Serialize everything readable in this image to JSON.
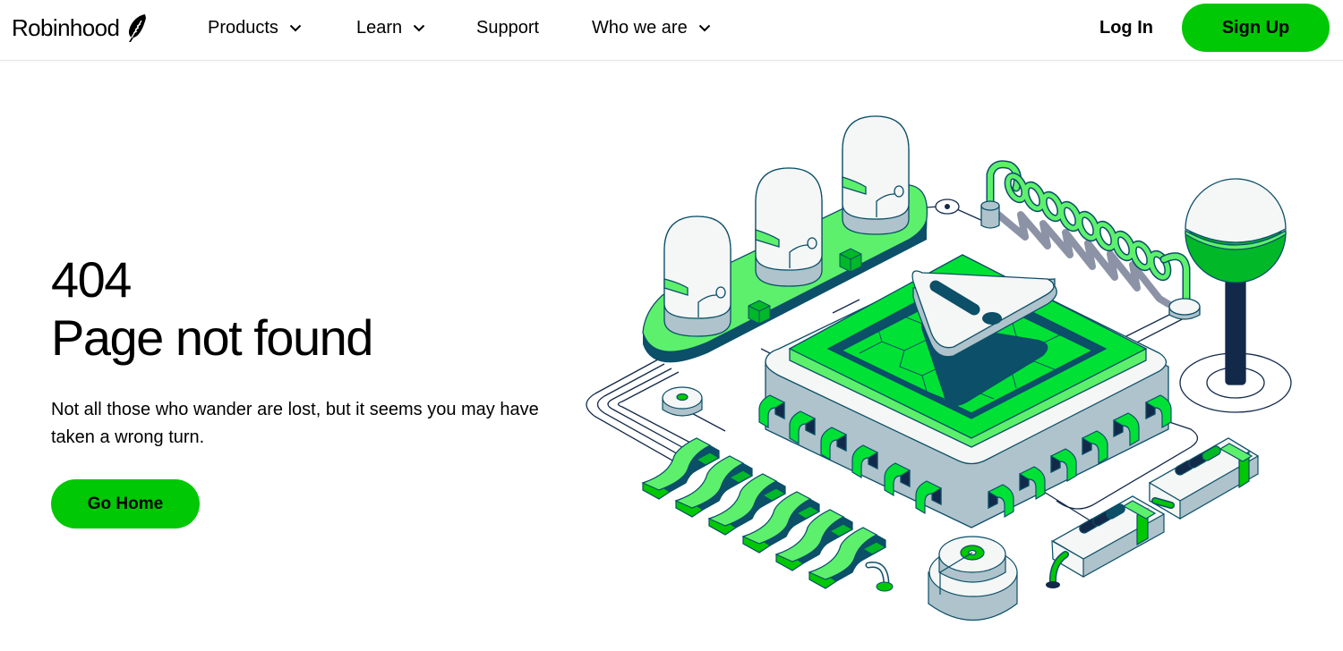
{
  "nav": {
    "brand": "Robinhood",
    "brand_icon": "feather-icon",
    "items": [
      {
        "label": "Products",
        "has_dropdown": true
      },
      {
        "label": "Learn",
        "has_dropdown": true
      },
      {
        "label": "Support",
        "has_dropdown": false
      },
      {
        "label": "Who we are",
        "has_dropdown": true
      }
    ],
    "login_label": "Log In",
    "signup_label": "Sign Up"
  },
  "hero": {
    "code": "404",
    "title": "Page not found",
    "description": "Not all those who wander are lost, but it seems you may have taken a wrong turn.",
    "button_label": "Go Home"
  },
  "illustration": {
    "subject": "isometric circuit board with warning-sign chip, vacuum tubes, spring coil and joystick",
    "icon": "warning-icon"
  },
  "colors": {
    "brand_green": "#00c805",
    "bright_green": "#00e136",
    "light_green": "#5df06c",
    "dark_teal": "#0b4f68",
    "navy": "#12294a",
    "light_gray": "#f5f6f6",
    "blue_gray": "#aec3cb",
    "spring_gray": "#8c93a6"
  }
}
